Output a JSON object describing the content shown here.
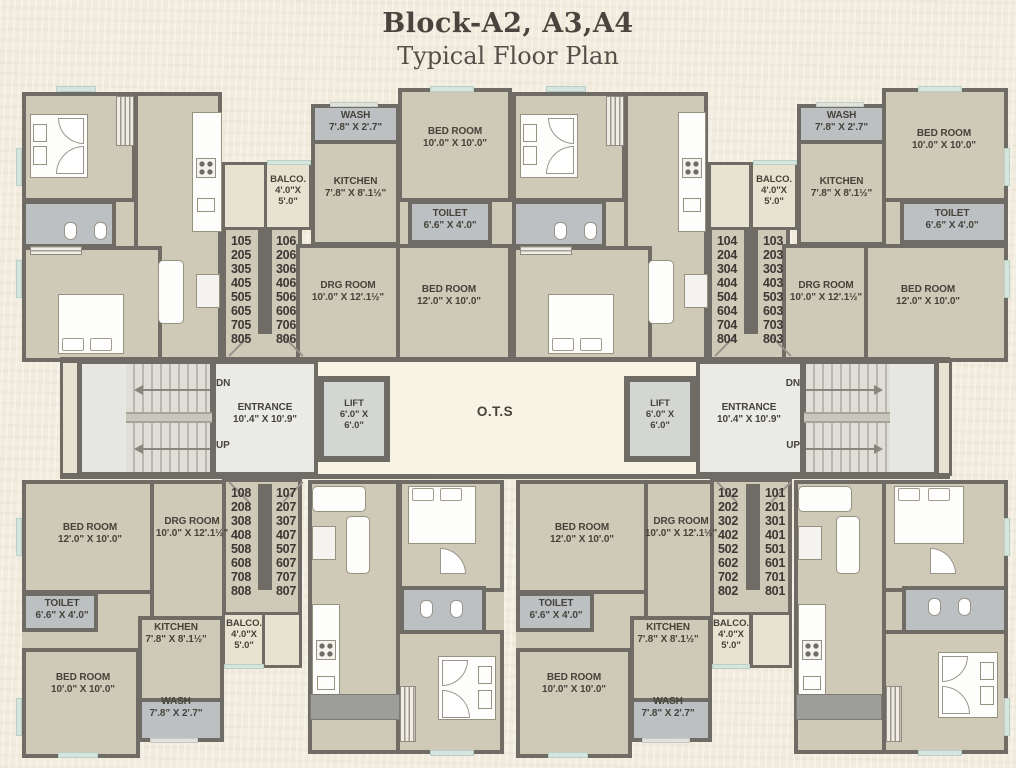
{
  "title": {
    "line1": "Block-A2, A3,A4",
    "line2": "Typical Floor Plan"
  },
  "rooms": {
    "wash": {
      "name": "WASH",
      "dims": "7'.8\" X 2'.7\""
    },
    "bedroom_small": {
      "name": "BED ROOM",
      "dims": "10'.0\" X 10'.0\""
    },
    "bedroom_large": {
      "name": "BED ROOM",
      "dims": "12'.0\" X 10'.0\""
    },
    "kitchen": {
      "name": "KITCHEN",
      "dims": "7'.8\" X 8'.1½\""
    },
    "balcony": {
      "name": "BALCO.",
      "dims_line1": "4'.0\"X",
      "dims_line2": "5'.0\""
    },
    "toilet": {
      "name": "TOILET",
      "dims": "6'.6\" X 4'.0\""
    },
    "drg_room": {
      "name": "DRG ROOM",
      "dims": "10'.0\" X 12'.1½\""
    },
    "entrance": {
      "name": "ENTRANCE",
      "dims": "10'.4\" X 10'.9\""
    },
    "lift": {
      "name": "LIFT",
      "dims_line1": "6'.0\" X",
      "dims_line2": "6'.0\""
    },
    "ots": {
      "name": "O.T.S"
    }
  },
  "stairs": {
    "down_label": "DN",
    "up_label": "UP"
  },
  "unit_columns": {
    "col_105": [
      "105",
      "205",
      "305",
      "405",
      "505",
      "605",
      "705",
      "805"
    ],
    "col_106": [
      "106",
      "206",
      "306",
      "406",
      "506",
      "606",
      "706",
      "806"
    ],
    "col_104": [
      "104",
      "204",
      "304",
      "404",
      "504",
      "604",
      "704",
      "804"
    ],
    "col_103": [
      "103",
      "203",
      "303",
      "403",
      "503",
      "603",
      "703",
      "803"
    ],
    "col_108": [
      "108",
      "208",
      "308",
      "408",
      "508",
      "608",
      "708",
      "808"
    ],
    "col_107": [
      "107",
      "207",
      "307",
      "407",
      "507",
      "607",
      "707",
      "807"
    ],
    "col_102": [
      "102",
      "202",
      "302",
      "402",
      "502",
      "602",
      "702",
      "802"
    ],
    "col_101": [
      "101",
      "201",
      "301",
      "401",
      "501",
      "601",
      "701",
      "801"
    ]
  },
  "colors": {
    "wall": "#6e6c65",
    "room_fill": "#cfc9b8",
    "wet_room_fill": "#bcc0c3",
    "balcony_fill": "#e8e2d1",
    "background": "#f1ecdd",
    "window": "#d6e5dd",
    "text": "#47423a"
  }
}
